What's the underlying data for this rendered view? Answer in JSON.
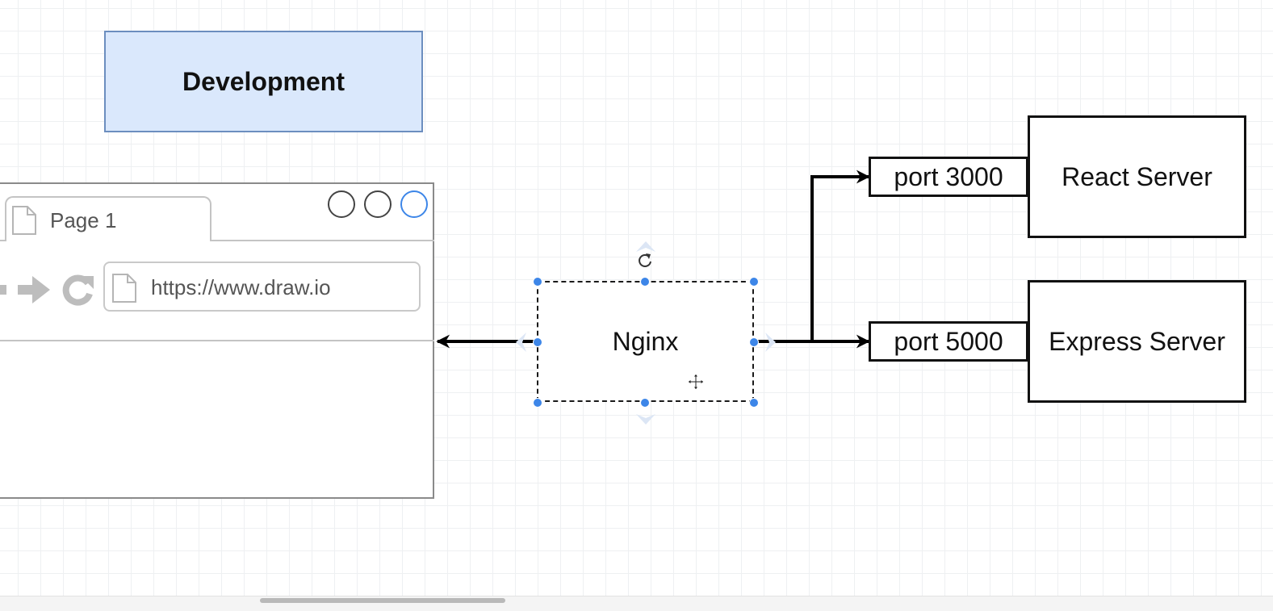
{
  "labels": {
    "development": "Development",
    "nginx": "Nginx"
  },
  "browser": {
    "tab_label": "Page 1",
    "url": "https://www.draw.io"
  },
  "ports": {
    "react": "port 3000",
    "express": "port 5000"
  },
  "servers": {
    "react": "React Server",
    "express": "Express Server"
  },
  "icons": [
    "page-icon",
    "back-arrow-icon",
    "forward-arrow-icon",
    "reload-icon",
    "rotate-handle-icon",
    "move-cursor-icon"
  ],
  "colors": {
    "development_fill": "#dae8fc",
    "development_stroke": "#6c8ebf",
    "selection_handle": "#3d86e8"
  }
}
